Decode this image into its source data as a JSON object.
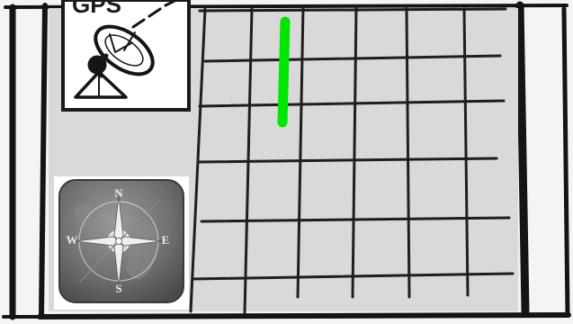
{
  "window": {
    "frame_color": "#141414",
    "screen_color": "#d9d9d9",
    "bezel_color": "#ececec"
  },
  "gps_panel": {
    "label": "GPS",
    "icon": "satellite-dish-icon"
  },
  "compass_panel": {
    "icon": "compass-icon",
    "cardinals": {
      "north": "N",
      "south": "S",
      "east": "E",
      "west": "W"
    }
  },
  "map_grid": {
    "line_color": "#1e1e1e",
    "route_color": "#00e600"
  }
}
